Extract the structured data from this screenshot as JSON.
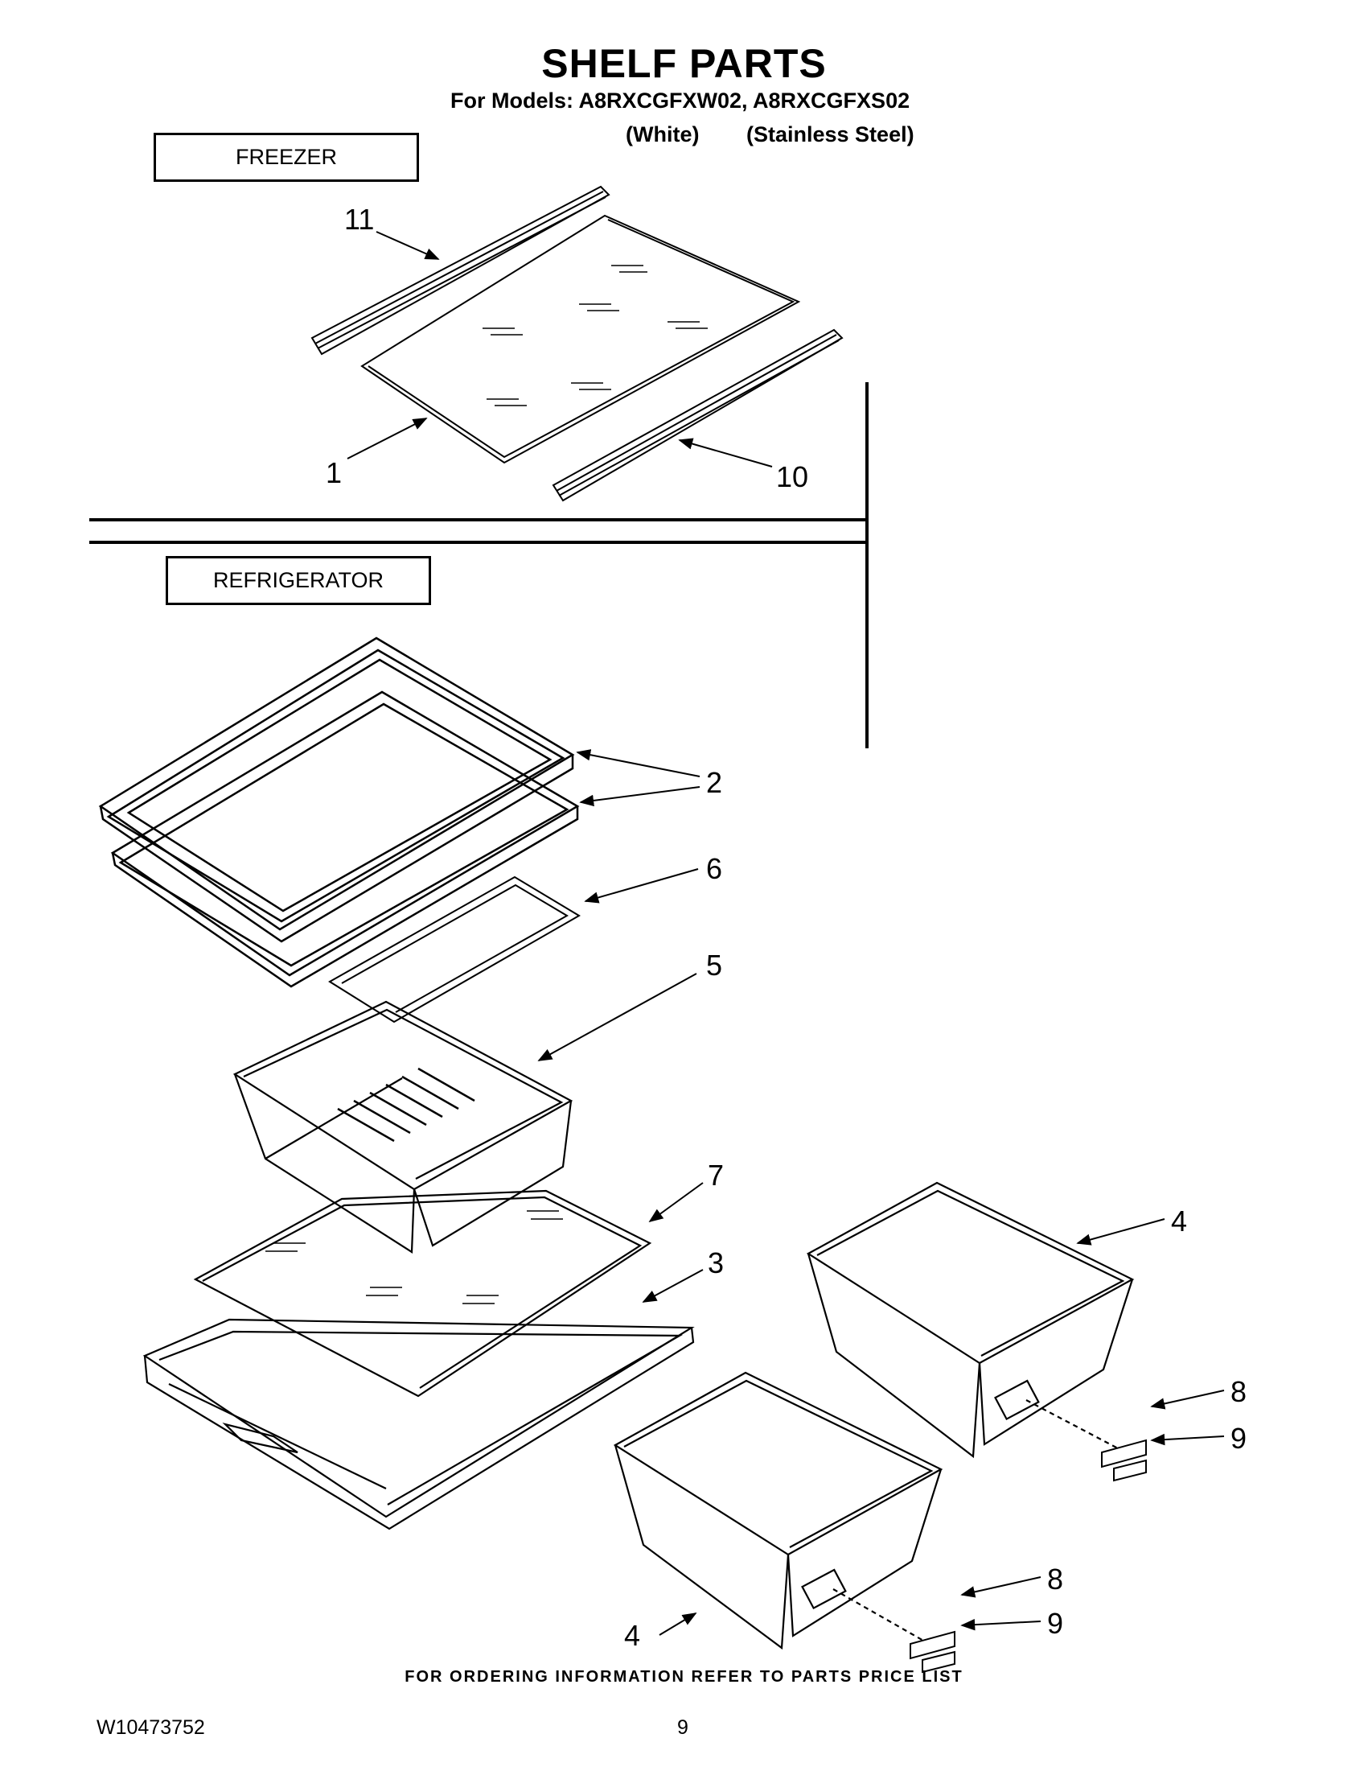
{
  "title": "SHELF PARTS",
  "subtitle": "For Models: A8RXCGFXW02, A8RXCGFXS02",
  "variants": {
    "white": "(White)",
    "stainless": "(Stainless Steel)"
  },
  "sections": {
    "freezer": "FREEZER",
    "refrigerator": "REFRIGERATOR"
  },
  "callouts": {
    "c1": "1",
    "c10": "10",
    "c11": "11",
    "c2": "2",
    "c6": "6",
    "c5": "5",
    "c7": "7",
    "c3": "3",
    "c4a": "4",
    "c4b": "4",
    "c8a": "8",
    "c9a": "9",
    "c8b": "8",
    "c9b": "9"
  },
  "footer_note": "FOR ORDERING INFORMATION REFER TO PARTS PRICE LIST",
  "doc_number": "W10473752",
  "page_number": "9"
}
